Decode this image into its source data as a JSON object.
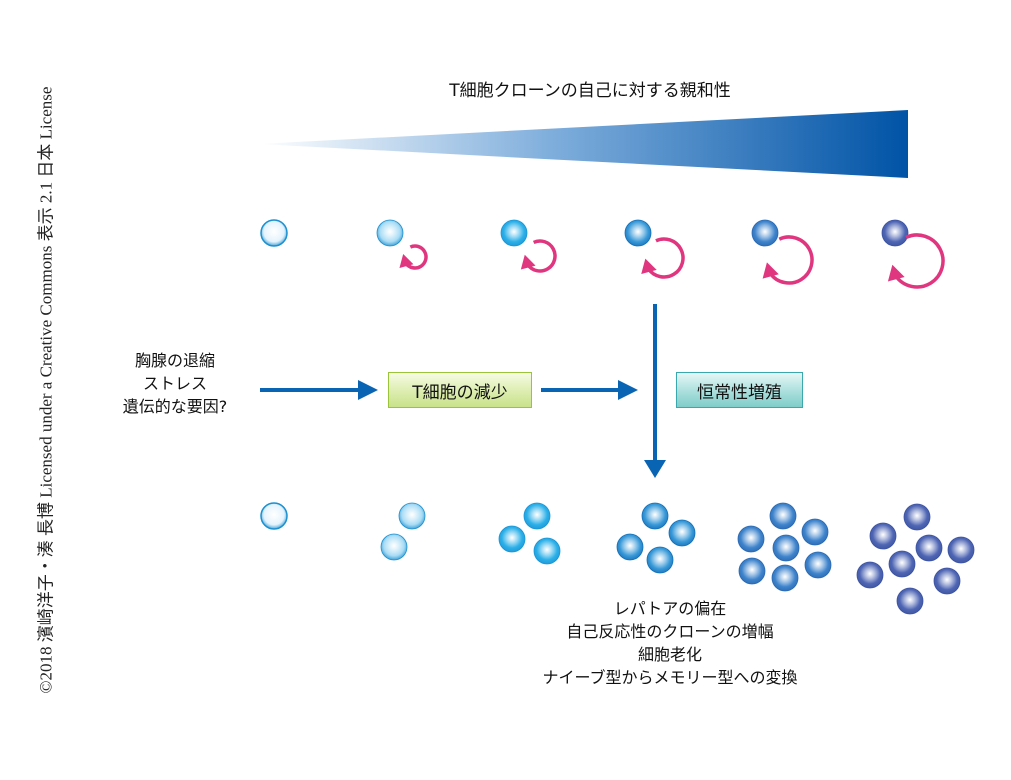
{
  "copyright": "©2018 濱崎洋子・湊 長博 Licensed under a Creative Commons 表示 2.1 日本 License",
  "title": "T細胞クローンの自己に対する親和性",
  "affinity_gradient": {
    "from_color": "#ffffff",
    "mid_color": "#7faedc",
    "to_color": "#0053a6"
  },
  "causes": [
    "胸腺の退縮",
    "ストレス",
    "遺伝的な要因?"
  ],
  "boxes": {
    "decrease": "T細胞の減少",
    "proliferation": "恒常性増殖"
  },
  "outcomes": [
    "レパトアの偏在",
    "自己反応性のクローンの増幅",
    "細胞老化",
    "ナイーブ型からメモリー型への変換"
  ],
  "colors": {
    "arrow_blue": "#0a64b4",
    "self_renewal_arrow": "#e0367f",
    "box_green_border": "#9cc43a",
    "box_teal_border": "#3aa9ad"
  },
  "clones": [
    {
      "affinity_level": 1,
      "self_renewal": false,
      "cell_count_after": 1,
      "fill": "#e3f3fc",
      "edge": "#1c90d0"
    },
    {
      "affinity_level": 2,
      "self_renewal": true,
      "cell_count_after": 2,
      "fill": "#a8dcf5",
      "edge": "#1e90cf"
    },
    {
      "affinity_level": 3,
      "self_renewal": true,
      "cell_count_after": 3,
      "fill": "#2cb0e8",
      "edge": "#1b95d6"
    },
    {
      "affinity_level": 4,
      "self_renewal": true,
      "cell_count_after": 4,
      "fill": "#3a9ad8",
      "edge": "#1570b8"
    },
    {
      "affinity_level": 5,
      "self_renewal": true,
      "cell_count_after": 7,
      "fill": "#3f84cc",
      "edge": "#2a69b2"
    },
    {
      "affinity_level": 6,
      "self_renewal": true,
      "cell_count_after": 8,
      "fill": "#4f66b4",
      "edge": "#3c53a0"
    }
  ]
}
